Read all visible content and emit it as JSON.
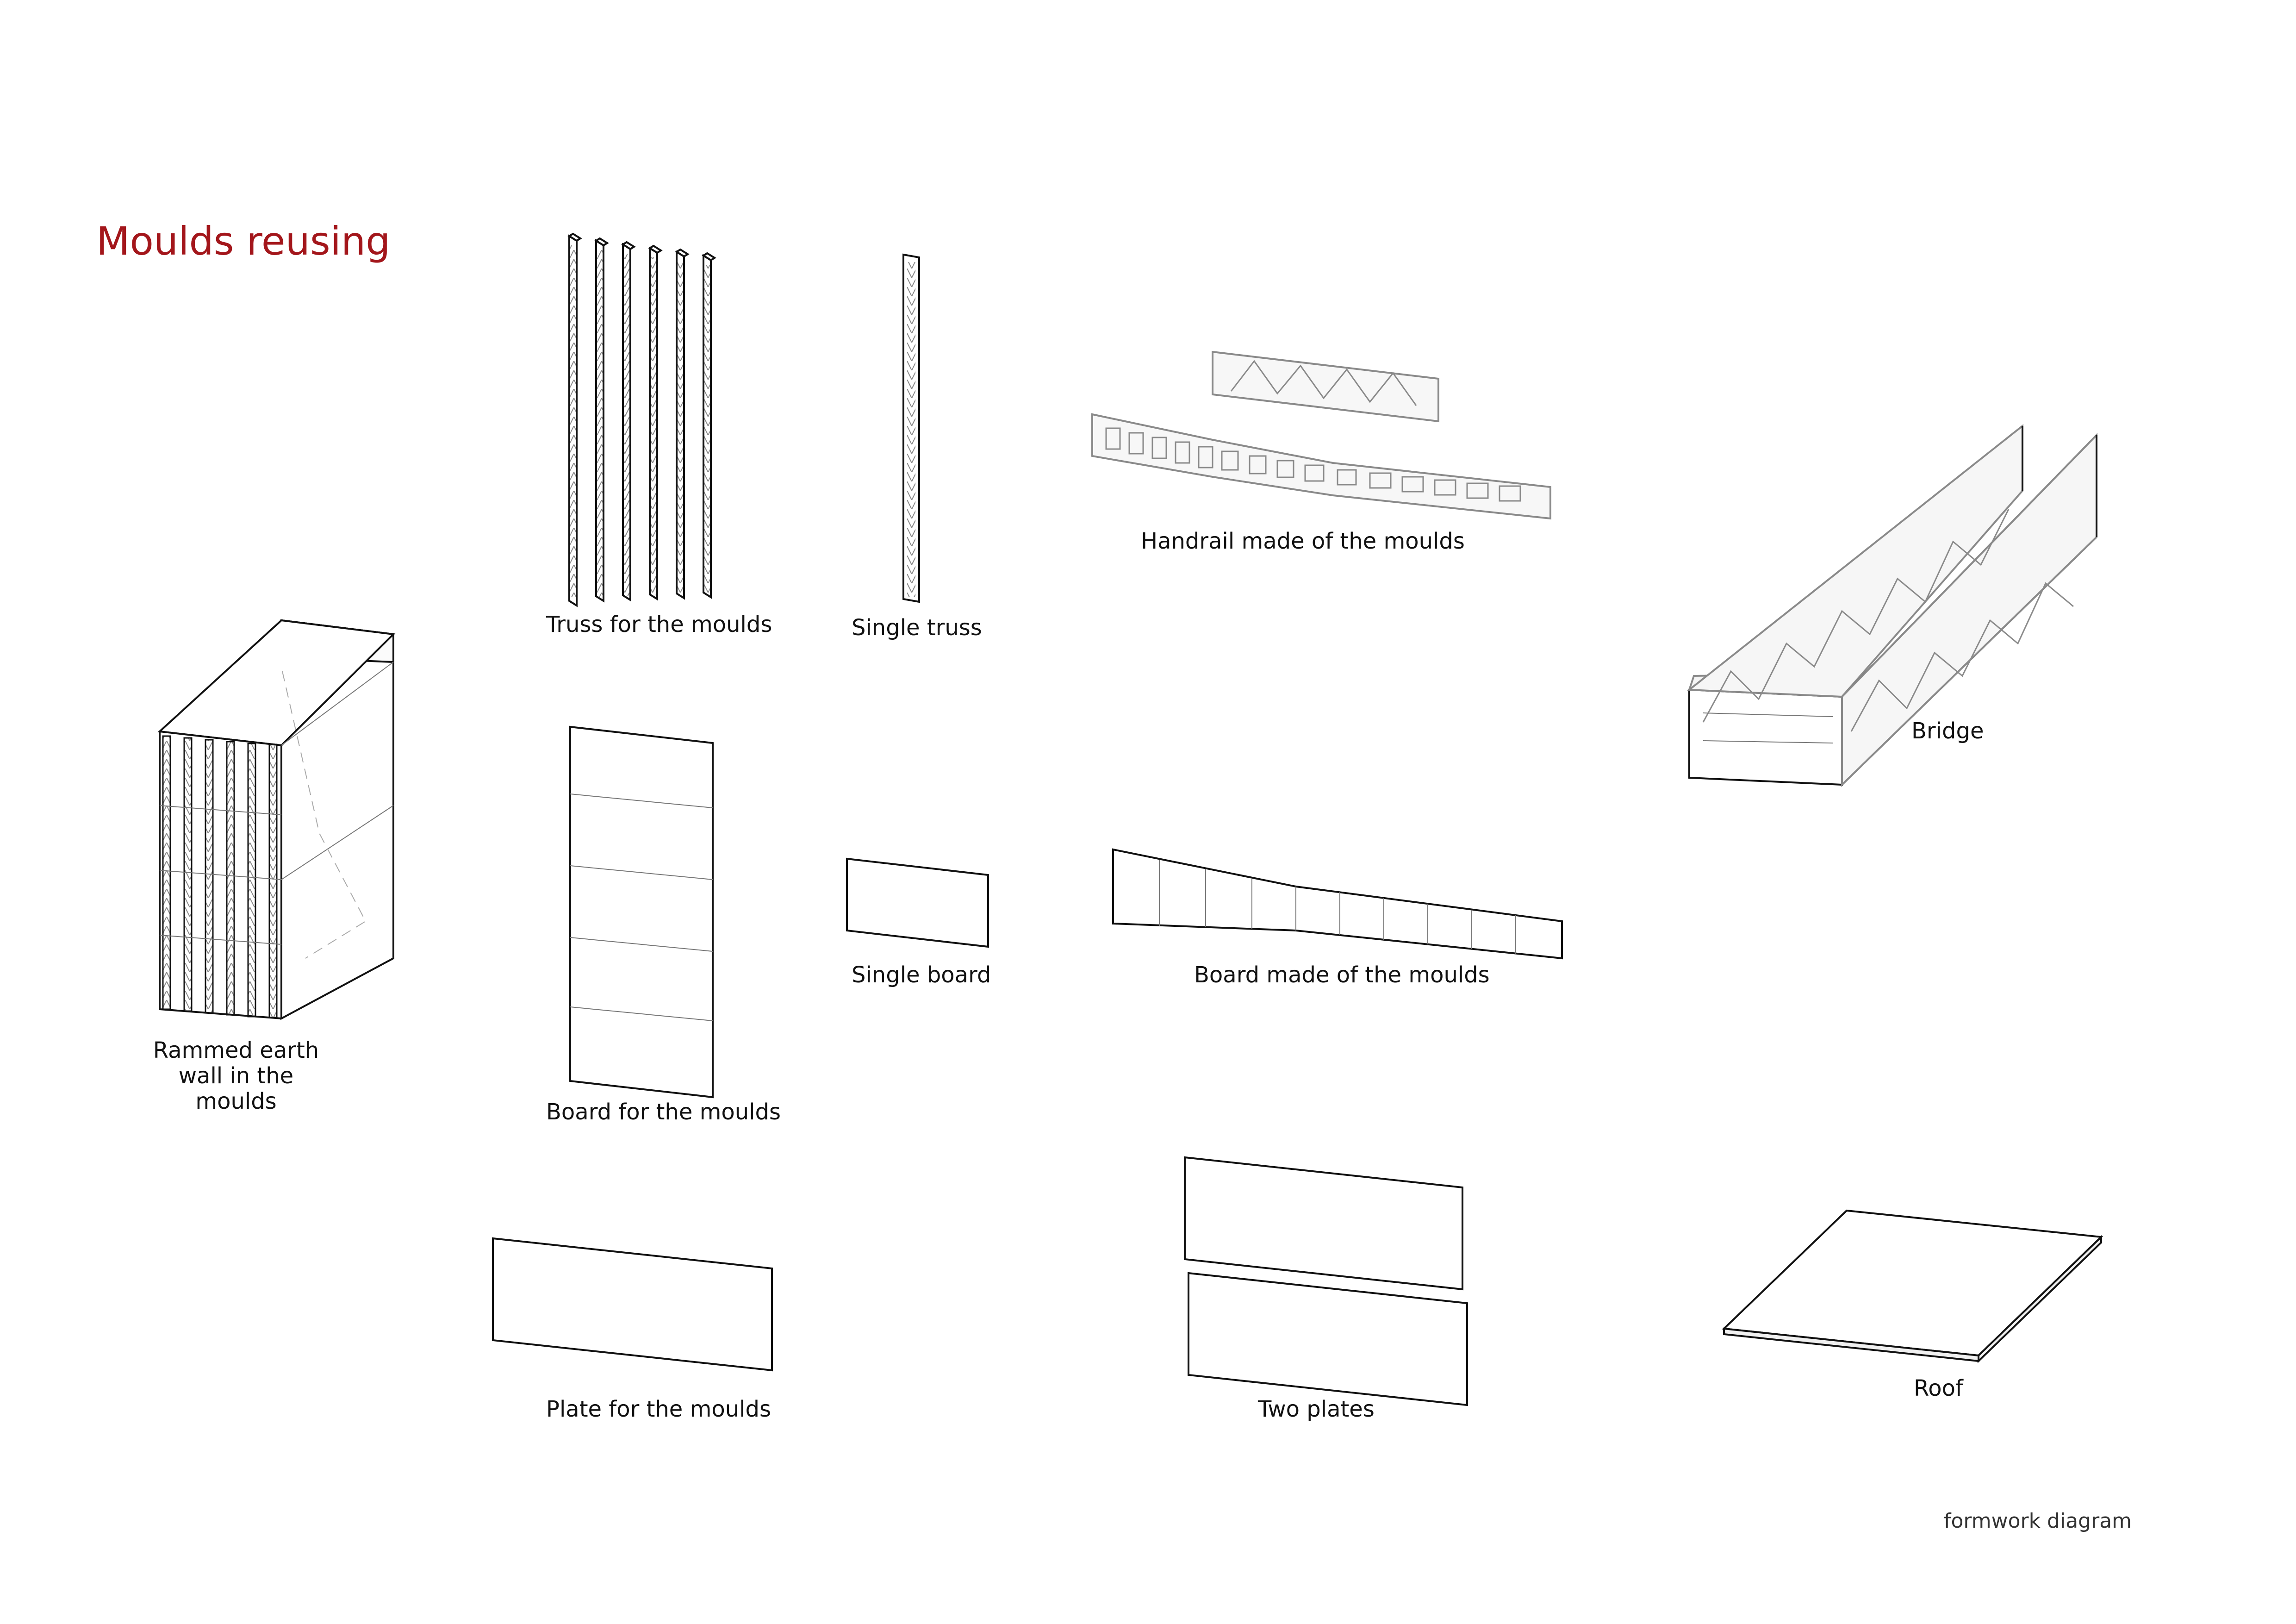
{
  "title": "Moulds reusing",
  "footer": "formwork diagram",
  "accent_color": "#a3161b",
  "items": {
    "truss_moulds": "Truss for the moulds",
    "single_truss": "Single truss",
    "handrail": "Handrail made of the moulds",
    "bridge": "Bridge",
    "rammed_earth": [
      "Rammed earth",
      "wall in the",
      "moulds"
    ],
    "board_moulds": "Board for the moulds",
    "single_board": "Single board",
    "board_made": "Board made of the moulds",
    "plate_moulds": "Plate for the moulds",
    "two_plates": "Two plates",
    "roof": "Roof"
  }
}
